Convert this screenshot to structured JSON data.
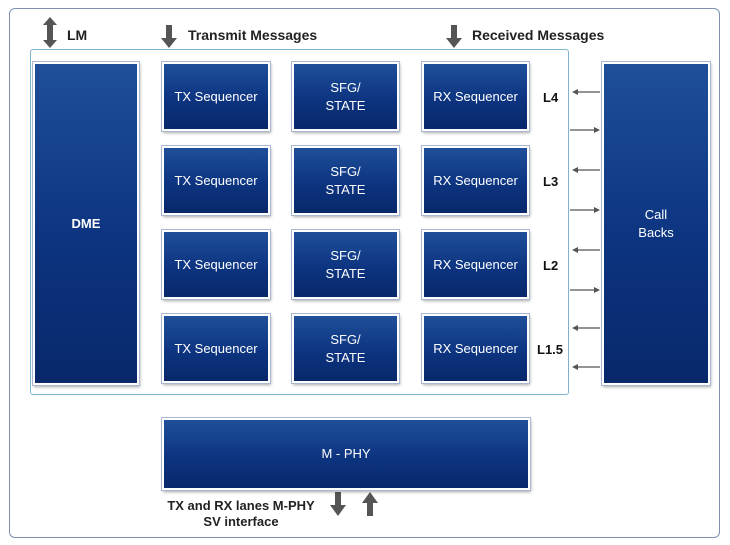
{
  "top_labels": {
    "lm": "LM",
    "transmit": "Transmit Messages",
    "received": "Received Messages"
  },
  "dme": "DME",
  "callbacks": {
    "line1": "Call",
    "line2": "Backs"
  },
  "mphy": "M - PHY",
  "bottom_label": {
    "line1": "TX and RX lanes M-PHY",
    "line2": "SV interface"
  },
  "rows": [
    {
      "tx": "TX Sequencer",
      "sfg1": "SFG/",
      "sfg2": "STATE",
      "rx": "RX Sequencer",
      "level": "L4"
    },
    {
      "tx": "TX Sequencer",
      "sfg1": "SFG/",
      "sfg2": "STATE",
      "rx": "RX Sequencer",
      "level": "L3"
    },
    {
      "tx": "TX Sequencer",
      "sfg1": "SFG/",
      "sfg2": "STATE",
      "rx": "RX Sequencer",
      "level": "L2"
    },
    {
      "tx": "TX Sequencer",
      "sfg1": "SFG/",
      "sfg2": "STATE",
      "rx": "RX Sequencer",
      "level": "L1.5"
    }
  ],
  "colors": {
    "block": "#0d3480",
    "border": "#7d90b4",
    "arrow": "#555555"
  }
}
